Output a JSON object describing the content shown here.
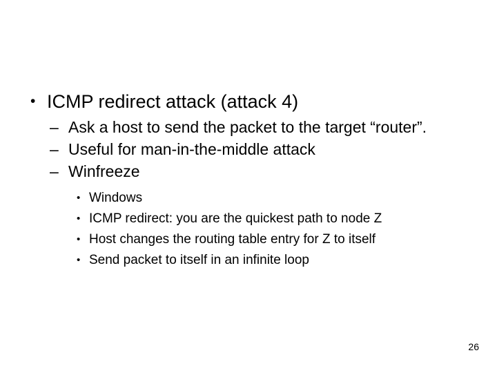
{
  "slide": {
    "background_color": "#ffffff",
    "text_color": "#000000",
    "page_number": "26",
    "bullets": [
      {
        "level": 1,
        "marker": "•",
        "marker_name": "bullet-dot",
        "text": "ICMP redirect attack (attack 4)"
      },
      {
        "level": 2,
        "marker": "–",
        "marker_name": "en-dash",
        "text": "Ask a host to send the packet to the target “router”."
      },
      {
        "level": 2,
        "marker": "–",
        "marker_name": "en-dash",
        "text": "Useful for man-in-the-middle attack"
      },
      {
        "level": 2,
        "marker": "–",
        "marker_name": "en-dash",
        "text": "Winfreeze"
      },
      {
        "level": 3,
        "marker": "•",
        "marker_name": "bullet-dot",
        "text": "Windows"
      },
      {
        "level": 3,
        "marker": "•",
        "marker_name": "bullet-dot",
        "text": "ICMP redirect: you are the quickest path to node Z"
      },
      {
        "level": 3,
        "marker": "•",
        "marker_name": "bullet-dot",
        "text": "Host changes the routing table entry for Z to itself"
      },
      {
        "level": 3,
        "marker": "•",
        "marker_name": "bullet-dot",
        "text": "Send packet to itself in an infinite loop"
      }
    ]
  }
}
